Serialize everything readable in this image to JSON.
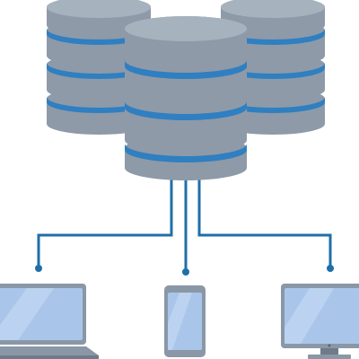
{
  "illustration": {
    "subject": "database-servers-connected-to-devices",
    "elements": {
      "database_stacks": [
        "left-database-stack",
        "center-database-stack",
        "right-database-stack"
      ],
      "devices": [
        "laptop",
        "smartphone",
        "desktop-monitor"
      ]
    },
    "colors": {
      "disk_gray": "#8e9aa8",
      "disk_top": "#a7b2bf",
      "disk_shadow": "#6f7b89",
      "stripe_blue": "#2f7fc1",
      "line_blue": "#1f6fa8",
      "screen_blue": "#a9c6ea",
      "device_frame": "#8a97a6",
      "background": "#ffffff"
    }
  }
}
